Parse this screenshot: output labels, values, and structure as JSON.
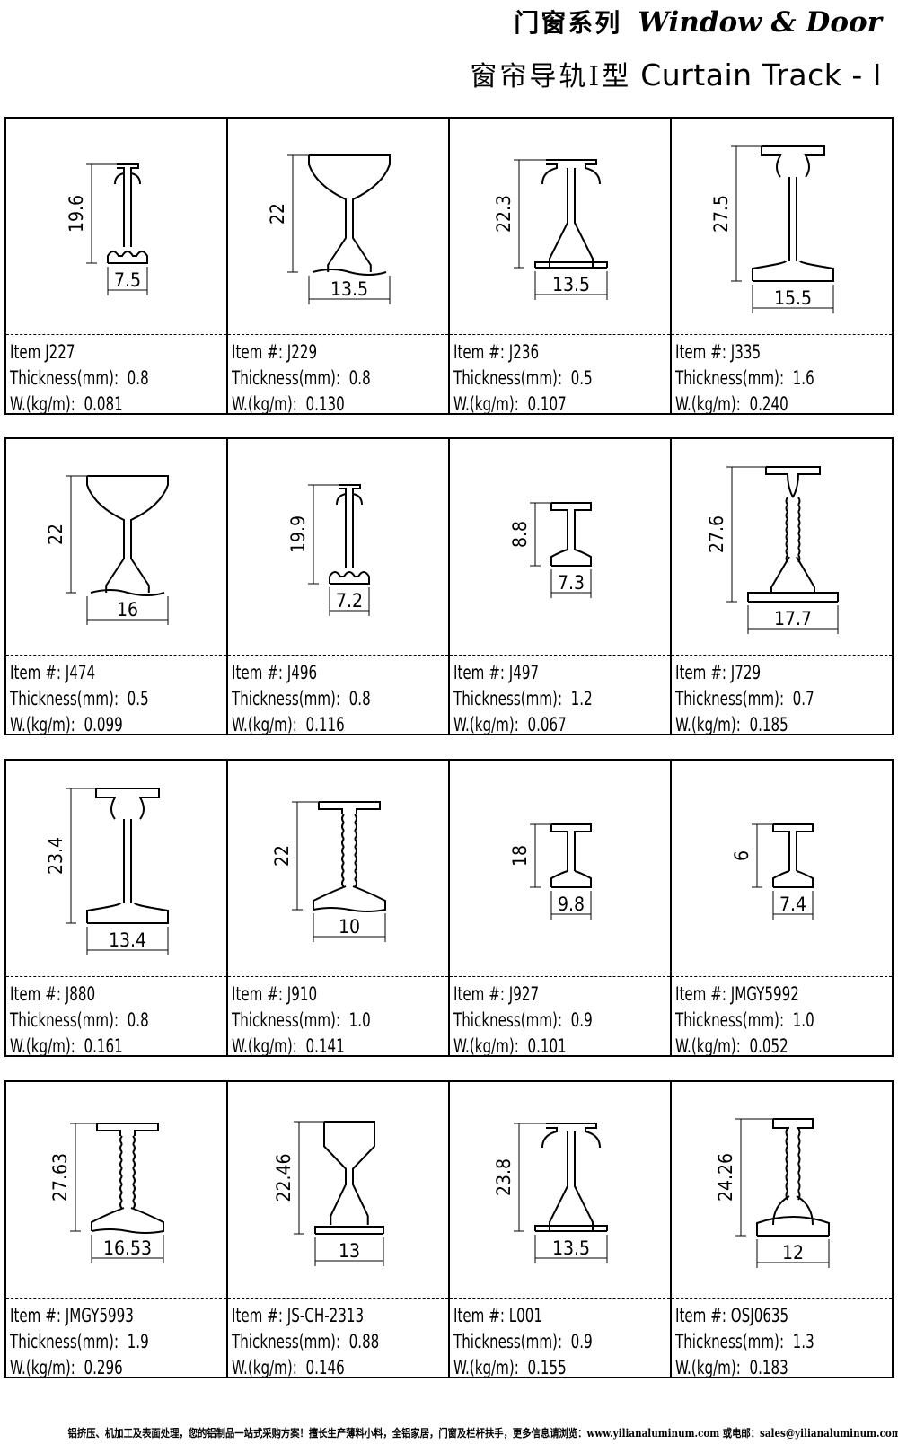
{
  "header": {
    "series_cn": "门窗系列",
    "series_en": "Window & Door",
    "product_cn": "窗帘导轨I型",
    "product_en": "Curtain Track - I"
  },
  "spec_labels": {
    "thickness": "Thickness(mm):",
    "weight": "W.(kg/m):"
  },
  "rows": [
    [
      {
        "label": "Item J227",
        "thickness": "0.8",
        "weight": "0.081",
        "height": "19.6",
        "width": "7.5",
        "shape": "c-hook"
      },
      {
        "label": "Item #:  J229",
        "thickness": "0.8",
        "weight": "0.130",
        "height": "22",
        "width": "13.5",
        "shape": "y-top"
      },
      {
        "label": "Item #:  J236",
        "thickness": "0.5",
        "weight": "0.107",
        "height": "22.3",
        "width": "13.5",
        "shape": "hook-y"
      },
      {
        "label": "Item #:  J335",
        "thickness": "1.6",
        "weight": "0.240",
        "height": "27.5",
        "width": "15.5",
        "shape": "wide-i"
      }
    ],
    [
      {
        "label": "Item #:  J474",
        "thickness": "0.5",
        "weight": "0.099",
        "height": "22",
        "width": "16",
        "shape": "y-top"
      },
      {
        "label": "Item #:  J496",
        "thickness": "0.8",
        "weight": "0.116",
        "height": "19.9",
        "width": "7.2",
        "shape": "c-hook"
      },
      {
        "label": "Item #:  J497",
        "thickness": "1.2",
        "weight": "0.067",
        "height": "8.8",
        "width": "7.3",
        "shape": "small-i"
      },
      {
        "label": "Item #:  J729",
        "thickness": "0.7",
        "weight": "0.185",
        "height": "27.6",
        "width": "17.7",
        "shape": "wavy-y"
      }
    ],
    [
      {
        "label": "Item #:  J880",
        "thickness": "0.8",
        "weight": "0.161",
        "height": "23.4",
        "width": "13.4",
        "shape": "wide-i"
      },
      {
        "label": "Item #:  J910",
        "thickness": "1.0",
        "weight": "0.141",
        "height": "22",
        "width": "10",
        "shape": "wavy-i"
      },
      {
        "label": "Item #:  J927",
        "thickness": "0.9",
        "weight": "0.101",
        "height": "18",
        "width": "9.8",
        "shape": "small-i"
      },
      {
        "label": "Item #:  JMGY5992",
        "thickness": "1.0",
        "weight": "0.052",
        "height": "6",
        "width": "7.4",
        "shape": "small-i"
      }
    ],
    [
      {
        "label": "Item #:  JMGY5993",
        "thickness": "1.9",
        "weight": "0.296",
        "height": "27.63",
        "width": "16.53",
        "shape": "wavy-i"
      },
      {
        "label": "Item #:  JS-CH-2313",
        "thickness": "0.88",
        "weight": "0.146",
        "height": "22.46",
        "width": "13",
        "shape": "hourglass"
      },
      {
        "label": "Item #:  L001",
        "thickness": "0.9",
        "weight": "0.155",
        "height": "23.8",
        "width": "13.5",
        "shape": "hook-y"
      },
      {
        "label": "Item #:  OSJ0635",
        "thickness": "1.3",
        "weight": "0.183",
        "height": "24.26",
        "width": "12",
        "shape": "arch-i"
      }
    ]
  ],
  "footer": "铝挤压、机加工及表面处理，您的铝制品一站式采购方案！擅长生产薄料小料，全铝家居，门窗及栏杆扶手，更多信息请浏览：www.yilianaluminum.com 或电邮：sales@yilianaluminum.com"
}
